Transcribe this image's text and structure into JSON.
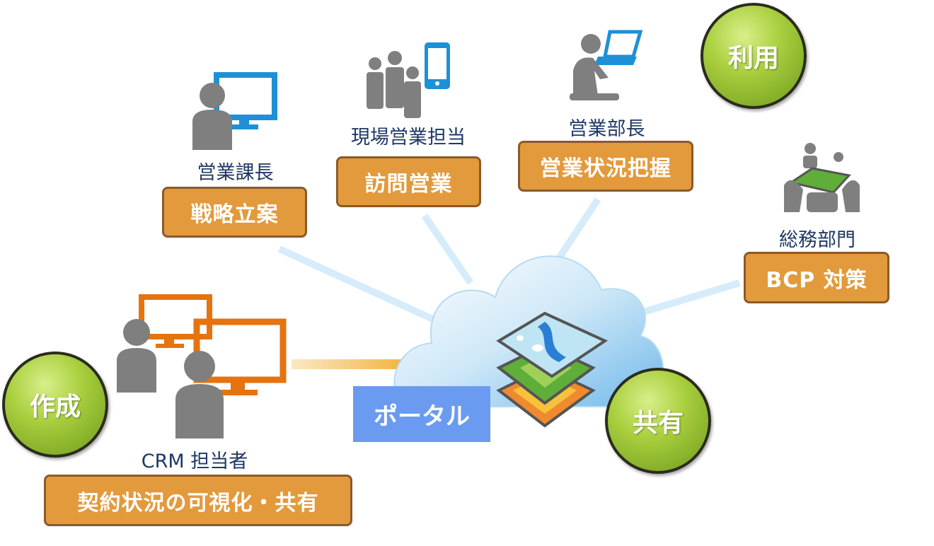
{
  "badges": {
    "use": "利用",
    "create": "作成",
    "share": "共有"
  },
  "roles": {
    "section_manager": {
      "title": "営業課長",
      "task": "戦略立案"
    },
    "field_sales": {
      "title": "現場営業担当",
      "task": "訪問営業"
    },
    "sales_director": {
      "title": "営業部長",
      "task": "営業状況把握"
    },
    "general_affairs": {
      "title": "総務部門",
      "task": "BCP 対策"
    },
    "crm": {
      "title": "CRM 担当者",
      "task": "契約状況の可視化・共有"
    }
  },
  "portal": {
    "label": "ポータル"
  },
  "colors": {
    "task_fill": "#e39a3c",
    "badge_green": "#a9cf3e",
    "portal_blue": "#6b9bf0",
    "cloud_blue": "#9fd0f0",
    "icon_gray": "#7f7f7f",
    "monitor_blue": "#1e90d6",
    "monitor_orange": "#e5730f"
  }
}
